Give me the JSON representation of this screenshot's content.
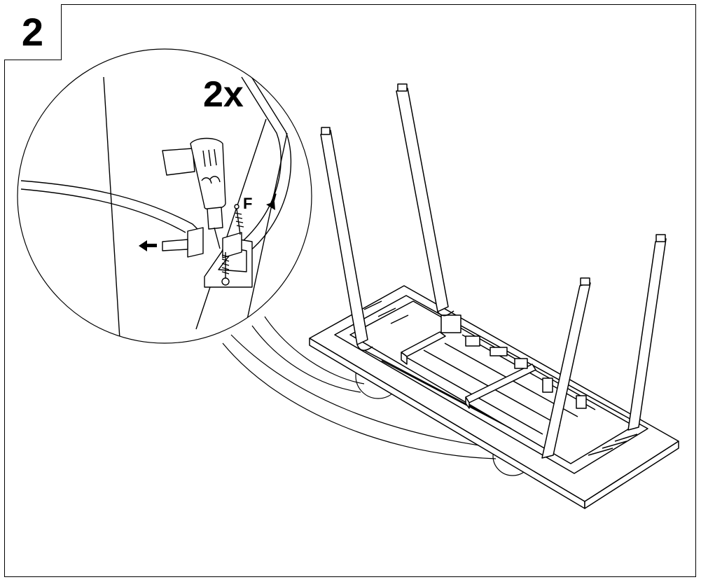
{
  "step": {
    "number": "2"
  },
  "detail": {
    "quantity_label": "2x",
    "part_label": "F"
  },
  "icons": [
    "screwdriver-icon",
    "arrow-left-icon",
    "arrow-down-icon",
    "screw-icon"
  ],
  "colors": {
    "line": "#000000",
    "background": "#ffffff"
  }
}
